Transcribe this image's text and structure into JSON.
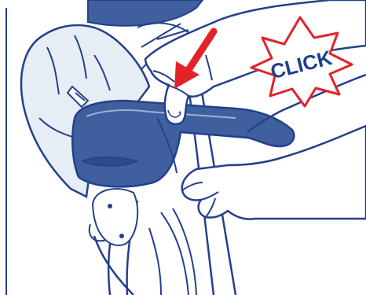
{
  "callout": {
    "text": "CLICK"
  },
  "colors": {
    "line": "#24408c",
    "navy_fill": "#3f5f9e",
    "navy_dark": "#2d4c8a",
    "red_arrow": "#e2232a",
    "burst_outline": "#e2232a",
    "hand_fill": "#ffffff",
    "seat_fabric": "#e7edf5"
  },
  "icons": {
    "pointer": "red-arrow-pointing-down-left",
    "burst": "starburst-callout"
  }
}
